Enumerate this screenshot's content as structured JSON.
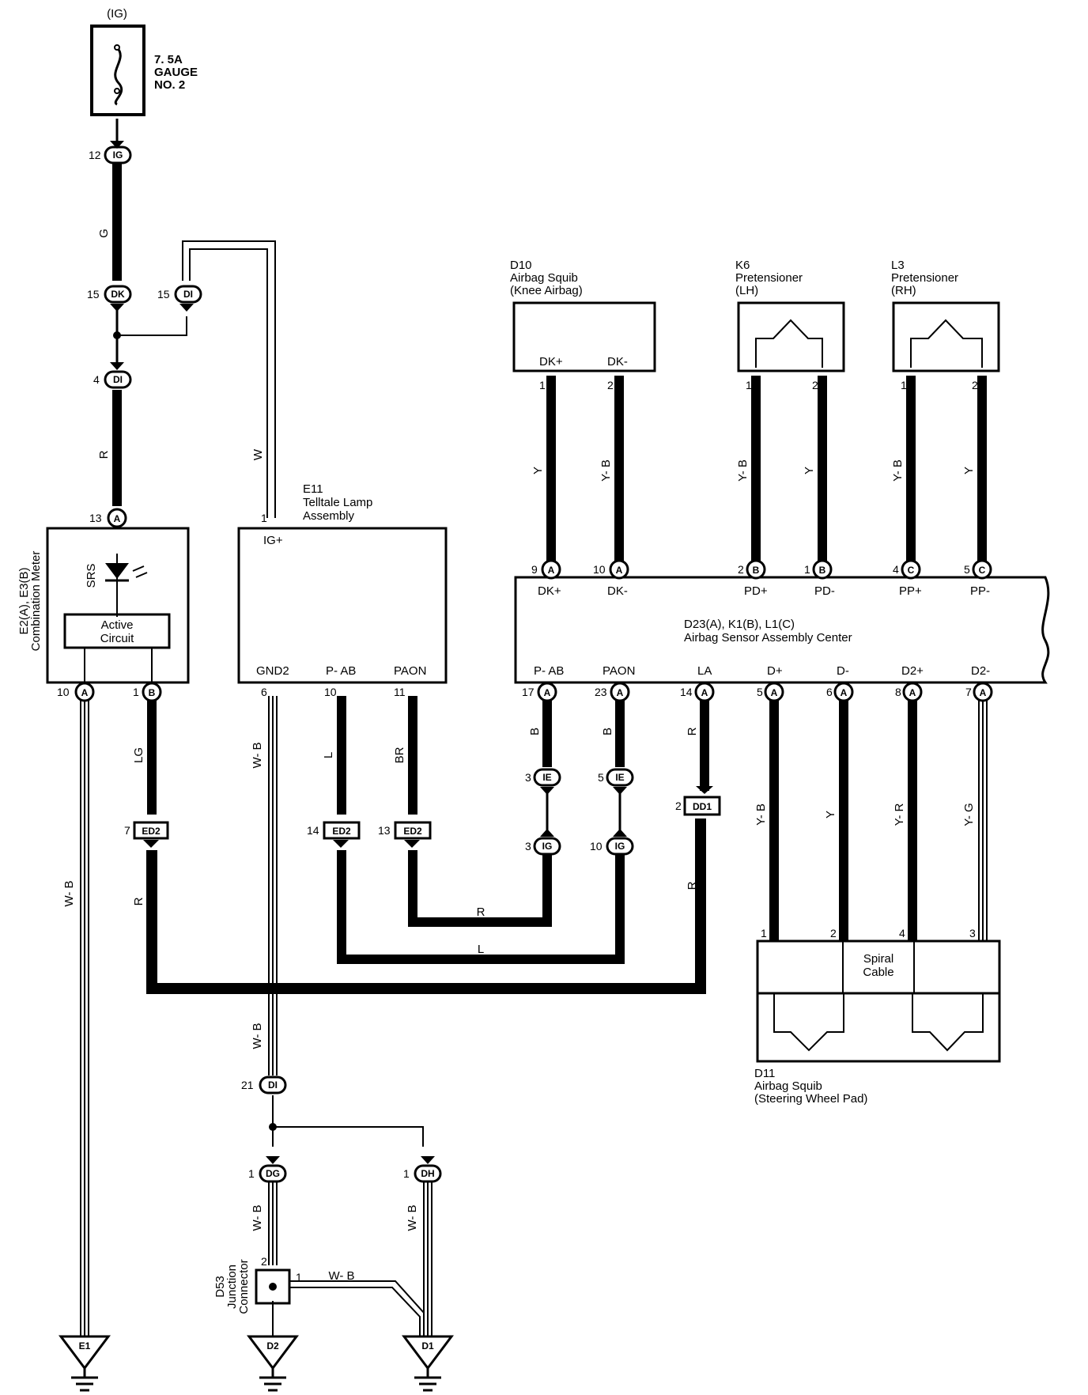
{
  "power": {
    "source": "(IG)",
    "fuse_rating": "7. 5A",
    "fuse_name1": "GAUGE",
    "fuse_name2": "NO. 2"
  },
  "components": {
    "combination_meter": {
      "id": "E2(A), E3(B)",
      "name": "Combination Meter",
      "indicator": "SRS",
      "circuit1": "Active",
      "circuit2": "Circuit"
    },
    "telltale": {
      "id": "E11",
      "name1": "Telltale Lamp",
      "name2": "Assembly",
      "pins": [
        "IG+",
        "GND2",
        "P- AB",
        "PAON"
      ]
    },
    "knee_squib": {
      "id": "D10",
      "name1": "Airbag Squib",
      "name2": "(Knee Airbag)",
      "pins": [
        "DK+",
        "DK-"
      ]
    },
    "pretensioner_lh": {
      "id": "K6",
      "name1": "Pretensioner",
      "name2": "(LH)"
    },
    "pretensioner_rh": {
      "id": "L3",
      "name1": "Pretensioner",
      "name2": "(RH)"
    },
    "sensor_center": {
      "id": "D23(A), K1(B), L1(C)",
      "name": "Airbag Sensor Assembly Center",
      "top_pins": [
        "DK+",
        "DK-",
        "PD+",
        "PD-",
        "PP+",
        "PP-"
      ],
      "bottom_pins": [
        "P- AB",
        "PAON",
        "LA",
        "D+",
        "D-",
        "D2+",
        "D2-"
      ]
    },
    "spiral": {
      "name1": "Spiral",
      "name2": "Cable"
    },
    "steering_squib": {
      "id": "D11",
      "name1": "Airbag Squib",
      "name2": "(Steering Wheel Pad)"
    },
    "junction": {
      "id": "D53",
      "name1": "Junction",
      "name2": "Connector"
    }
  },
  "connectors": {
    "IG": "IG",
    "DK": "DK",
    "DI": "DI",
    "A": "A",
    "B": "B",
    "C": "C",
    "ED2": "ED2",
    "DD1": "DD1",
    "IE": "IE",
    "DG": "DG",
    "DH": "DH"
  },
  "wire_colors": {
    "G": "G",
    "R": "R",
    "W": "W",
    "WB": "W- B",
    "LG": "LG",
    "L": "L",
    "BR": "BR",
    "B": "B",
    "Y": "Y",
    "YB": "Y- B",
    "YR": "Y- R",
    "YG": "Y- G"
  },
  "pins": {
    "p1": "1",
    "p2": "2",
    "p3": "3",
    "p4": "4",
    "p5": "5",
    "p6": "6",
    "p7": "7",
    "p8": "8",
    "p9": "9",
    "p10": "10",
    "p11": "11",
    "p12": "12",
    "p13": "13",
    "p14": "14",
    "p15": "15",
    "p17": "17",
    "p21": "21",
    "p23": "23"
  },
  "grounds": {
    "E1": "E1",
    "D2": "D2",
    "D1": "D1"
  }
}
